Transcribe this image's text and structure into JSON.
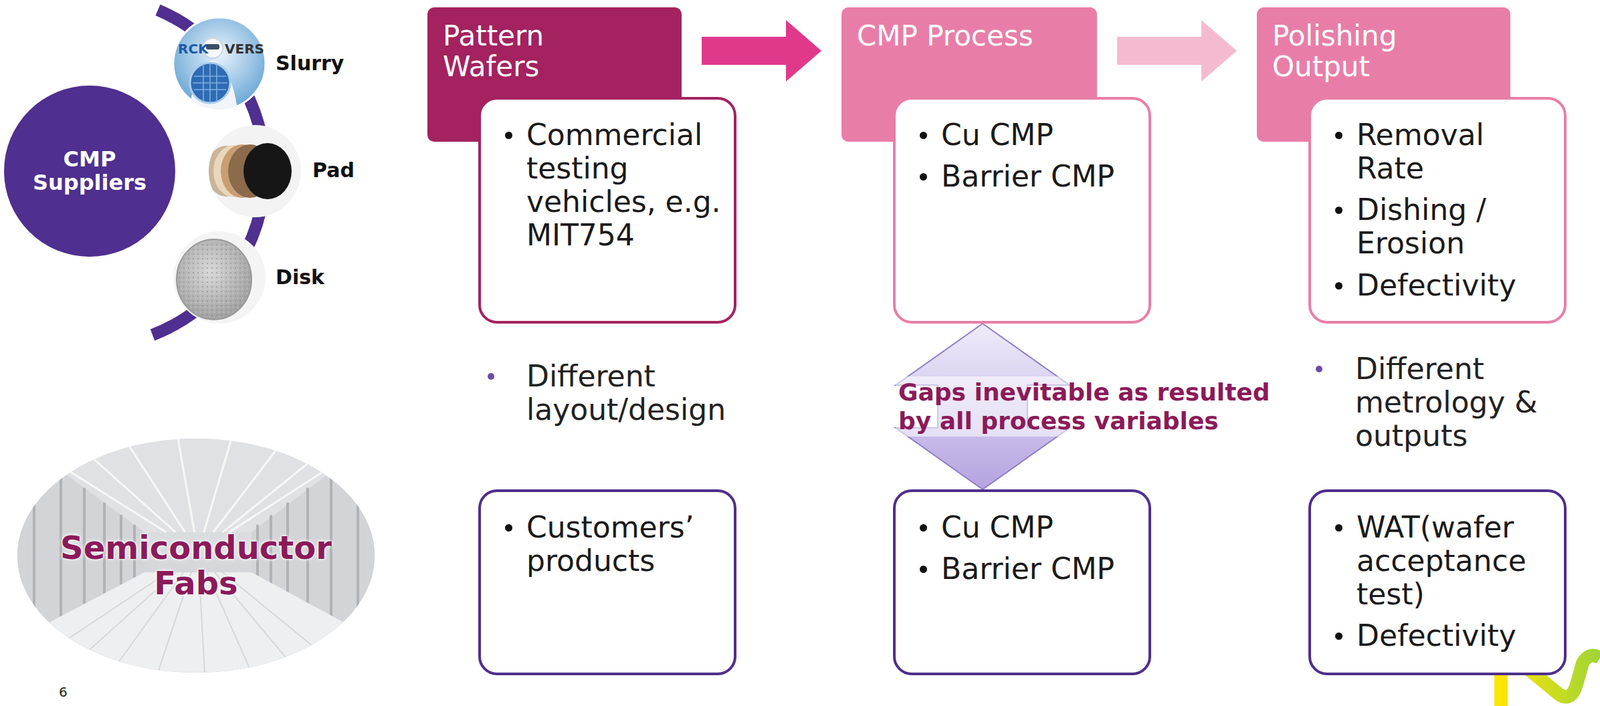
{
  "diagram": {
    "nodes": [
      {
        "text": [
          "CMP Suppliers"
        ]
      },
      {
        "text": [
          "Pattern Wafers"
        ]
      },
      {
        "text": [
          "Commercial testing vehicles, e.g. MIT754"
        ]
      },
      {
        "text": [
          "CMP Process"
        ]
      },
      {
        "text": [
          "Cu CMP",
          "Barrier CMP"
        ]
      },
      {
        "text": [
          "Polishing Output"
        ]
      },
      {
        "text": [
          "Removal Rate",
          "Dishing / Erosion",
          "Defectivity"
        ]
      },
      {
        "text": [
          "Semiconductor Fabs"
        ]
      },
      {
        "text": [
          "Customers’ products"
        ]
      },
      {
        "text": [
          "Cu CMP",
          "Barrier CMP"
        ]
      },
      {
        "text": [
          "WAT(wafer acceptance test)",
          "Defectivity"
        ]
      }
    ],
    "edges": [
      {
        "from": 1,
        "to": 3,
        "arrow": "to"
      },
      {
        "from": 3,
        "to": 5,
        "arrow": "to"
      },
      {
        "from": 4,
        "to": 9,
        "arrow": "both",
        "label": "Gaps inevitable as resulted by all process variables"
      }
    ],
    "labels": [
      "Slurry",
      "Pad",
      "Disk",
      "RCK",
      "VERS",
      "Different layout/design",
      "Different metrology & outputs",
      "6"
    ]
  }
}
